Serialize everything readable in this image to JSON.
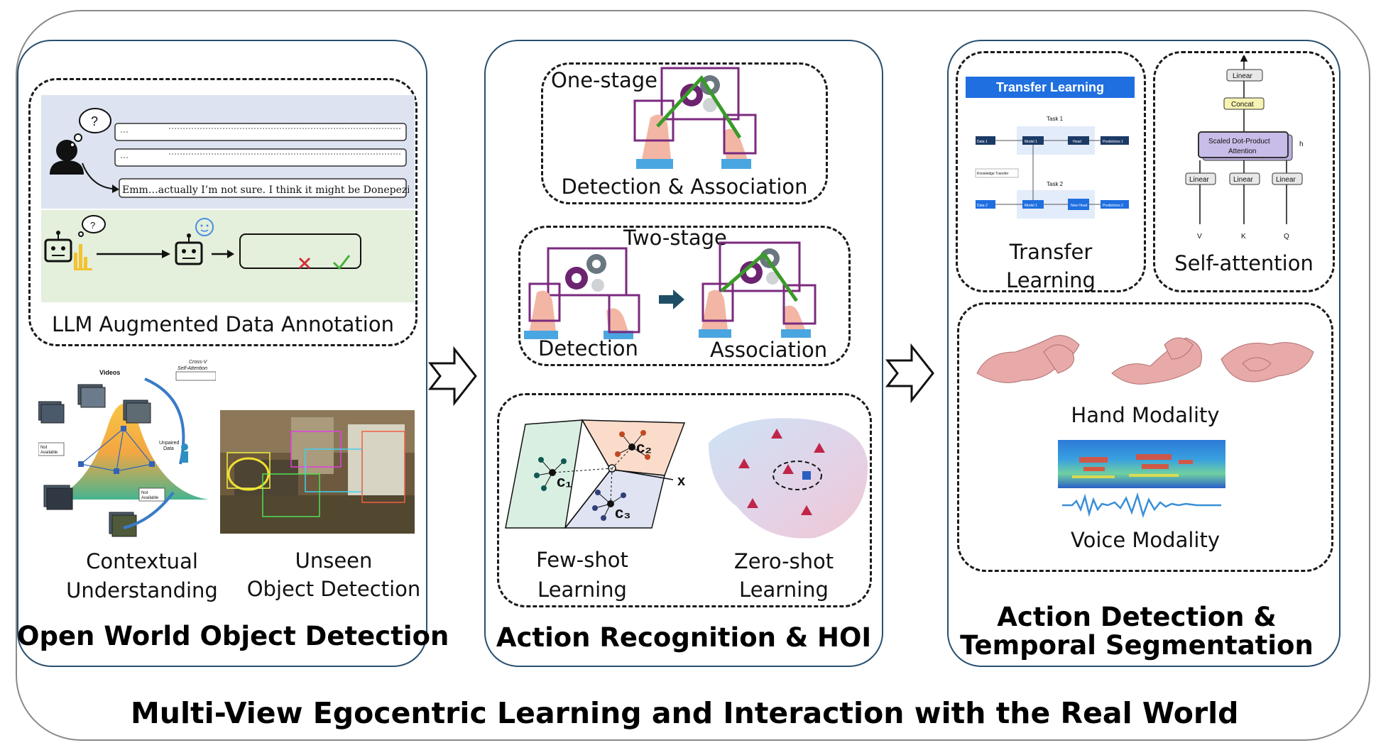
{
  "main_title": "Multi-View Egocentric Learning and Interaction with the Real World",
  "panels": {
    "left": {
      "title": "Open World Object Detection",
      "llm_label": "LLM Augmented Data Annotation",
      "llm_reply": "Emm…actually I’m not sure. I think it might be Donepezil, or Citalopram.",
      "contextual_label_1": "Contextual",
      "contextual_label_2": "Understanding",
      "unseen_label_1": "Unseen",
      "unseen_label_2": "Object Detection",
      "figure_text": {
        "videos": "Videos",
        "cross": "Cross-V",
        "self_attention": "Self-Attention",
        "unpaired": "Unpaired",
        "data": "Data",
        "not": "Not",
        "available": "Available"
      }
    },
    "middle": {
      "title": "Action Recognition & HOI",
      "one_stage": "One-stage",
      "detection_association": "Detection & Association",
      "two_stage": "Two-stage",
      "detection": "Detection",
      "association": "Association",
      "few_shot_1": "Few-shot",
      "few_shot_2": "Learning",
      "zero_shot_1": "Zero-shot",
      "zero_shot_2": "Learning",
      "c1": "c₁",
      "c2": "c₂",
      "c3": "c₃",
      "x": "x"
    },
    "right": {
      "title_1": "Action Detection &",
      "title_2": "Temporal Segmentation",
      "transfer_header": "Transfer Learning",
      "transfer_label_1": "Transfer",
      "transfer_label_2": "Learning",
      "self_attention_label": "Self-attention",
      "hand_modality": "Hand Modality",
      "voice_modality": "Voice Modality",
      "tl_text": {
        "task1": "Task 1",
        "task2": "Task 2",
        "data1": "Data 1",
        "model1": "Model 1",
        "head": "Head",
        "pred1": "Predictions 1",
        "knowledge": "Knowledge Transfer",
        "data2": "Data 2",
        "new_head": "New Head",
        "pred2": "Predictions 2"
      },
      "attn_text": {
        "linear": "Linear",
        "concat": "Concat",
        "sdpa_1": "Scaled Dot-Product",
        "sdpa_2": "Attention",
        "h": "h",
        "v": "V",
        "k": "K",
        "q": "Q"
      }
    }
  },
  "colors": {
    "panel_border": "#2a4f6e",
    "outer_border": "#8a8a8a",
    "dialog_bg": "#dde3f1",
    "robot_bg": "#e4efdc",
    "hoi_box": "#7b2a7f",
    "hoi_line": "#3a9a2a",
    "transfer_blue": "#1f6fe0"
  }
}
